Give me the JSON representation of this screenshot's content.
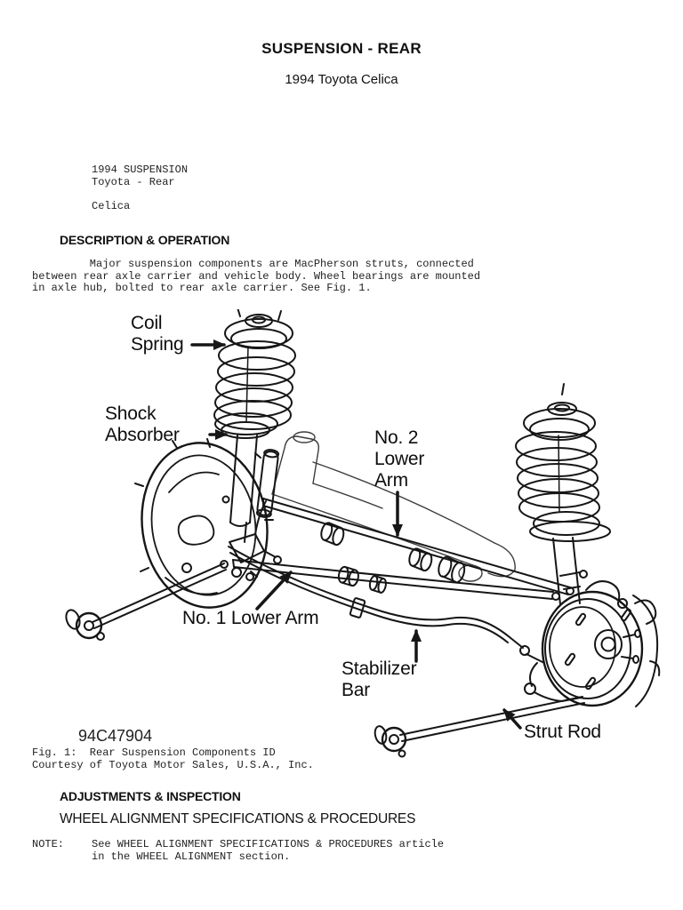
{
  "header": {
    "title": "SUSPENSION - REAR",
    "subtitle": "1994 Toyota Celica"
  },
  "doc_header": "1994 SUSPENSION\nToyota - Rear\n\nCelica",
  "description": {
    "heading": "DESCRIPTION & OPERATION",
    "body": "         Major suspension components are MacPherson struts, connected\nbetween rear axle carrier and vehicle body. Wheel bearings are mounted\nin axle hub, bolted to rear axle carrier. See Fig. 1."
  },
  "figure": {
    "part_code": "94C47904",
    "caption": "Fig. 1:  Rear Suspension Components ID\nCourtesy of Toyota Motor Sales, U.S.A., Inc.",
    "labels": {
      "coil_spring": "Coil\nSpring",
      "shock_absorber": "Shock\nAbsorber",
      "no2_lower_arm": "No. 2\nLower\nArm",
      "no1_lower_arm": "No. 1 Lower Arm",
      "stabilizer_bar": "Stabilizer\nBar",
      "strut_rod": "Strut Rod"
    }
  },
  "adjustments": {
    "heading": "ADJUSTMENTS & INSPECTION",
    "subheading": "WHEEL ALIGNMENT SPECIFICATIONS & PROCEDURES",
    "note_label": "NOTE:",
    "note_text": "See WHEEL ALIGNMENT SPECIFICATIONS & PROCEDURES article\nin the WHEEL ALIGNMENT section."
  },
  "colors": {
    "ink": "#161616",
    "paper": "#ffffff"
  }
}
